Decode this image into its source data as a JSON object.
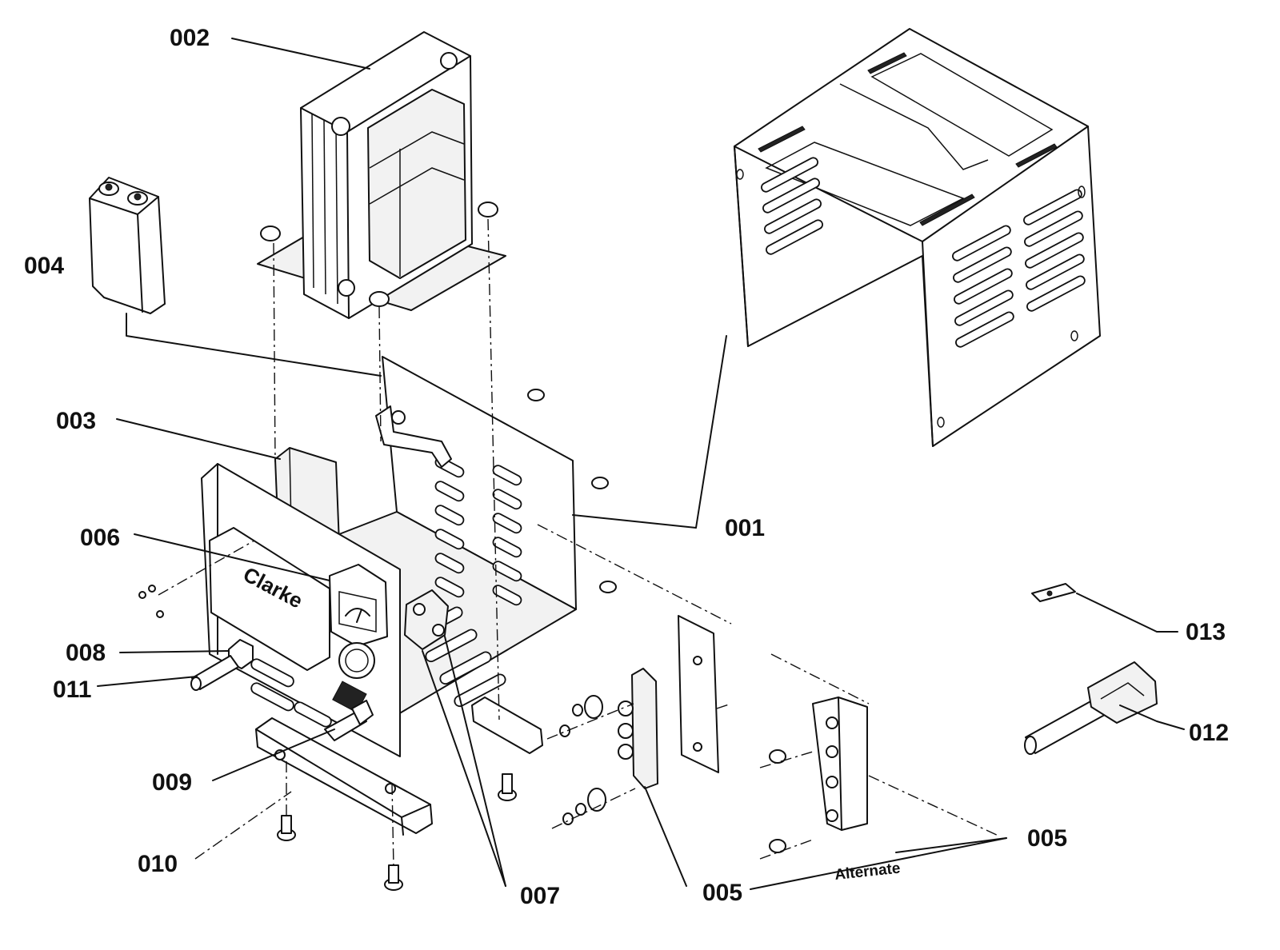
{
  "callouts": {
    "c001": "001",
    "c002": "002",
    "c003": "003",
    "c004": "004",
    "c005a": "005",
    "c005b": "005",
    "c006": "006",
    "c007": "007",
    "c008": "008",
    "c009": "009",
    "c010": "010",
    "c011": "011",
    "c012": "012",
    "c013": "013"
  },
  "alternate_label": "Alternate",
  "panel_brand": "Clarke"
}
